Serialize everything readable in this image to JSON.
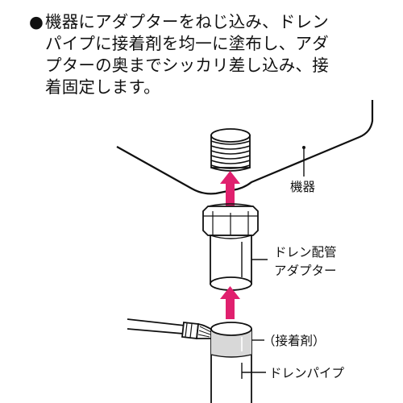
{
  "instruction": {
    "bullet": "●",
    "lines": [
      "機器にアダプターをねじ込み、ドレン",
      "パイプに接着剤を均一に塗布し、アダ",
      "プターの奥までシッカリ差し込み、接",
      "着固定します。"
    ]
  },
  "labels": {
    "equipment": "機器",
    "adapter_line1": "ドレン配管",
    "adapter_line2": "アダプター",
    "adhesive": "（接着剤）",
    "drain_pipe": "ドレンパイプ"
  },
  "colors": {
    "arrow": "#e0206e",
    "adhesive_band": "#d8d8d8",
    "stroke": "#111111"
  }
}
